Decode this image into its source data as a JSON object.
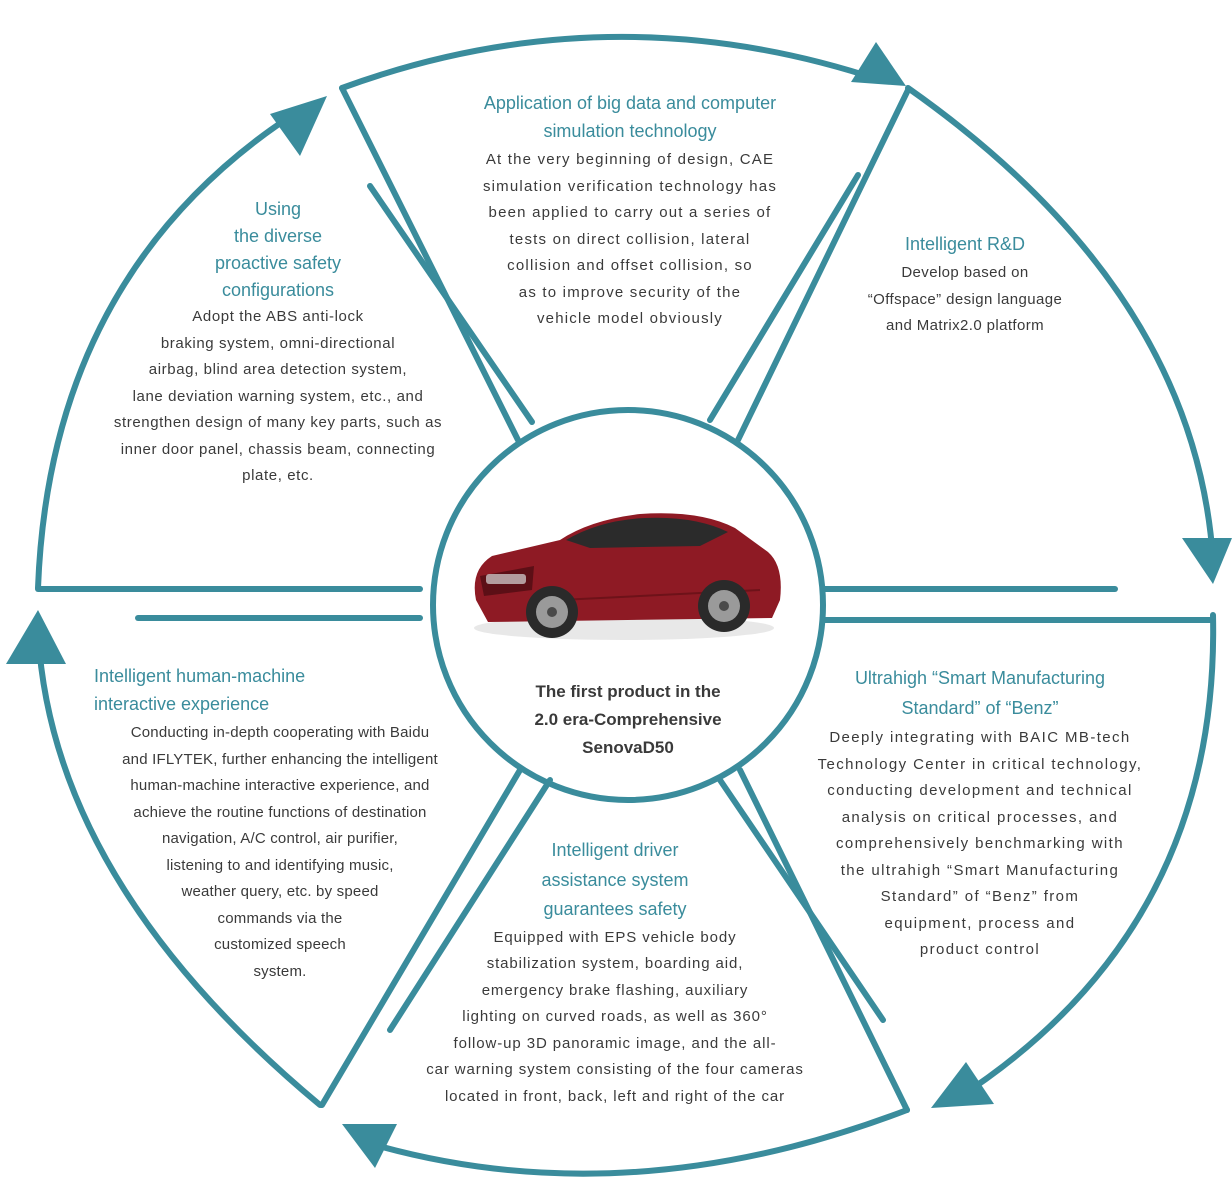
{
  "colors": {
    "accent": "#3a8c9c",
    "text": "#3a3a3a",
    "car": "#8e1a24"
  },
  "center": {
    "title": "The first product in the\n2.0 era-Comprehensive\nSenovaD50",
    "image": "red-sedan-car"
  },
  "sections": {
    "big_data": {
      "title": "Application of big data and computer\nsimulation technology",
      "body": "At the very beginning of design, CAE\nsimulation verification technology has\nbeen applied to carry out a series of\ntests on direct  collision, lateral\ncollision and offset collision, so\nas to improve security of the\nvehicle model obviously"
    },
    "rd": {
      "title": "Intelligent R&D",
      "body": "Develop based on\n“Offspace” design language\nand Matrix2.0 platform"
    },
    "smart_mfg": {
      "title": "Ultrahigh “Smart Manufacturing\nStandard” of “Benz”",
      "body": "Deeply integrating with BAIC MB-tech\nTechnology Center in critical technology,\nconducting development and technical\nanalysis on critical processes, and\ncomprehensively benchmarking with\nthe ultrahigh “Smart Manufacturing\nStandard” of “Benz” from\nequipment, process and\nproduct control"
    },
    "driver_assist": {
      "title": "Intelligent driver\nassistance system\nguarantees safety",
      "body": "Equipped with EPS vehicle body\nstabilization system, boarding aid,\nemergency brake flashing, auxiliary\nlighting on curved roads, as well as 360°\nfollow-up 3D panoramic image, and the all-\ncar warning system consisting of the four cameras\nlocated in front, back, left and right of the car"
    },
    "hmi": {
      "title": "Intelligent human-machine\ninteractive experience",
      "body": "Conducting in-depth cooperating with Baidu\nand IFLYTEK, further enhancing the intelligent\nhuman-machine interactive experience, and\nachieve the routine functions of destination\nnavigation, A/C control, air purifier,\nlistening to and identifying music,\nweather query, etc. by speed\ncommands via the\ncustomized speech\nsystem."
    },
    "safety": {
      "title": "Using\nthe diverse\nproactive safety\nconfigurations",
      "body": "Adopt the ABS anti-lock\nbraking system, omni-directional\nairbag, blind area detection system,\nlane deviation warning system, etc., and\nstrengthen design of many key parts, such as\ninner door panel, chassis beam, connecting\nplate, etc."
    }
  }
}
